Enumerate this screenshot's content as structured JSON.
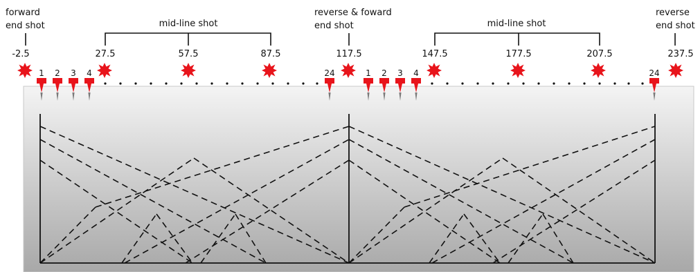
{
  "header_labels": {
    "forward_line1": "forward",
    "forward_line2": "end shot",
    "midline_left": "mid-line shot",
    "reverse_forward_line1": "reverse & foward",
    "reverse_forward_line2": "end shot",
    "midline_right": "mid-line shot",
    "reverse_line1": "reverse",
    "reverse_line2": "end shot"
  },
  "shot_positions": [
    "-2.5",
    "27.5",
    "57.5",
    "87.5",
    "117.5",
    "147.5",
    "177.5",
    "207.5",
    "237.5"
  ],
  "geophone_labels_left": [
    "1",
    "2",
    "3",
    "4",
    "24"
  ],
  "geophone_labels_right": [
    "1",
    "2",
    "3",
    "4",
    "24"
  ],
  "colors": {
    "shot_star": "#e8141b",
    "geophone": "#e8141b",
    "ground_top": "#f3f3f3",
    "ground_bottom": "#a9a9a9",
    "line": "#111111"
  },
  "icons": {
    "shot": "explosion-star-icon",
    "receiver": "geophone-icon"
  }
}
